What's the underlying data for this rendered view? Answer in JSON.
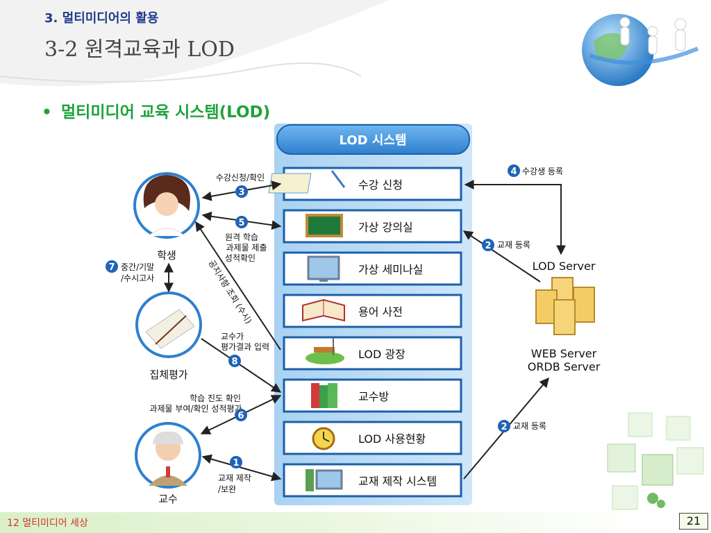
{
  "header": {
    "section": "3. 멀티미디어의 활용",
    "title": "3-2 원격교육과 LOD"
  },
  "bullet": "멀티미디어 교육 시스템(LOD)",
  "system": {
    "title": "LOD 시스템",
    "modules": [
      "수강 신청",
      "가상 강의실",
      "가상 세미나실",
      "용어 사전",
      "LOD 광장",
      "교수방",
      "LOD 사용현황",
      "교재 제작 시스템"
    ]
  },
  "actors": {
    "student": "학생",
    "group_eval": "집체평가",
    "professor": "교수"
  },
  "server": {
    "label": "LOD Server",
    "line1": "WEB Server",
    "line2": "ORDB Server"
  },
  "flows": {
    "f3": {
      "num": "3",
      "label": "수강신청/확인"
    },
    "f5": {
      "num": "5",
      "l1": "원격 학습",
      "l2": "과제물 제출",
      "l3": "성적확인"
    },
    "diag": "공지사항 조회 (수시)",
    "f7": {
      "num": "7",
      "l1": "중간/기말",
      "l2": "/수시고사"
    },
    "f8": {
      "num": "8",
      "l1": "교수가",
      "l2": "평가결과 입력"
    },
    "f6": {
      "num": "6",
      "l1": "학습 진도 확인",
      "l2": "과제물 부여/확인 성적평가"
    },
    "f1": {
      "num": "1",
      "l1": "교재 제작",
      "l2": "/보완"
    },
    "f4": {
      "num": "4",
      "label": "수강생 등록"
    },
    "f2a": {
      "num": "2",
      "label": "교재 등록"
    },
    "f2b": {
      "num": "2",
      "label": "교재 등록"
    }
  },
  "footer": {
    "text": "12 멀티미디어 세상",
    "page": "21"
  }
}
